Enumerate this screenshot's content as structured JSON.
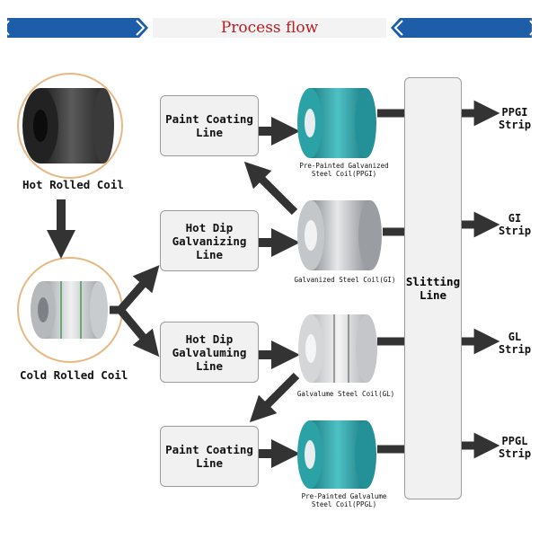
{
  "header": {
    "title": "Process flow",
    "bar_color": "#1e5ea8"
  },
  "sources": {
    "hot_rolled": "Hot Rolled Coil",
    "cold_rolled": "Cold Rolled Coil"
  },
  "lines": {
    "paint_top": "Paint Coating\nLine",
    "galvanizing": "Hot Dip\nGalvanizing\nLine",
    "galvaluming": "Hot Dip\nGalvaluming\nLine",
    "paint_bottom": "Paint Coating\nLine",
    "slitting": "Slitting\nLine"
  },
  "coils": {
    "ppgi": "Pre-Painted Galvanized\nSteel Coil(PPGI)",
    "gi": "Galvanized Steel Coil(GI)",
    "gl": "Galvalume Steel Coil(GL)",
    "ppgl": "Pre-Painted Galvalume\nSteel Coil(PPGL)"
  },
  "outputs": {
    "ppgi": "PPGI\nStrip",
    "gi": "GI\nStrip",
    "gl": "GL\nStrip",
    "ppgl": "PPGL\nStrip"
  },
  "colors": {
    "arrow": "#333333",
    "accent": "#b81d24",
    "ring": "#e8b884",
    "teal_coil": "#2f9ea3"
  }
}
